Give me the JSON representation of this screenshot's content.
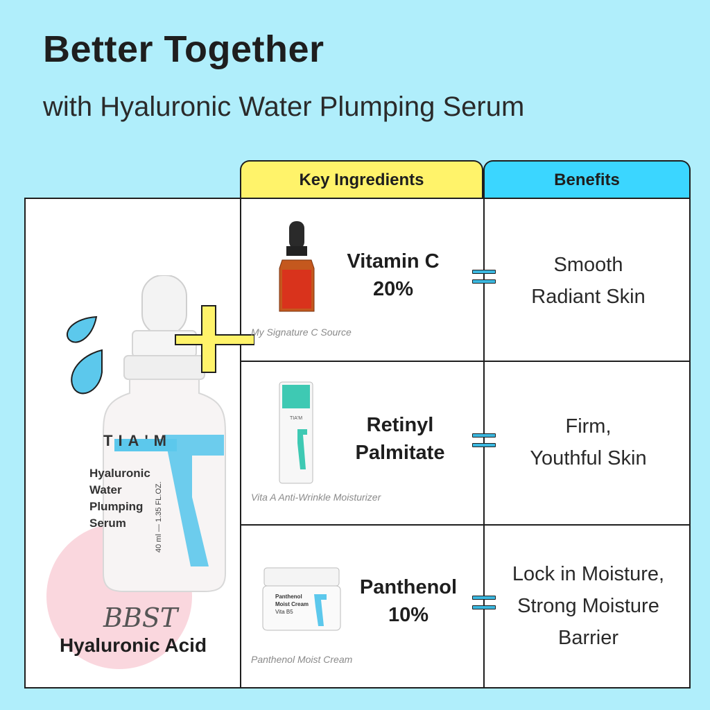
{
  "title": "Better Together",
  "subtitle": "with Hyaluronic Water Plumping Serum",
  "headers": {
    "ingredients": "Key Ingredients",
    "benefits": "Benefits"
  },
  "main_product": {
    "brand": "TIA'M",
    "name_lines": [
      "Hyaluronic",
      "Water",
      "Plumping",
      "Serum"
    ],
    "side_text": "40 ml — 1.35 FL.OZ.",
    "ingredient": "Hyaluronic Acid"
  },
  "rows": [
    {
      "ingredient_lines": [
        "Vitamin C",
        "20%"
      ],
      "product": "My Signature C Source",
      "benefit_lines": [
        "Smooth",
        "Radiant Skin"
      ]
    },
    {
      "ingredient_lines": [
        "Retinyl",
        "Palmitate"
      ],
      "product": "Vita A Anti-Wrinkle Moisturizer",
      "benefit_lines": [
        "Firm,",
        "Youthful Skin"
      ]
    },
    {
      "ingredient_lines": [
        "Panthenol",
        "10%"
      ],
      "product": "Panthenol Moist Cream",
      "jar_label": [
        "Panthenol",
        "Moist Cream",
        "Vita B5"
      ],
      "benefit_lines": [
        "Lock in Moisture,",
        "Strong Moisture",
        "Barrier"
      ]
    }
  ],
  "watermark": "BBST",
  "colors": {
    "background": "#b0eefb",
    "yellow": "#fff36a",
    "cyan": "#3bd6ff",
    "accent_blue": "#3bb8e0"
  }
}
